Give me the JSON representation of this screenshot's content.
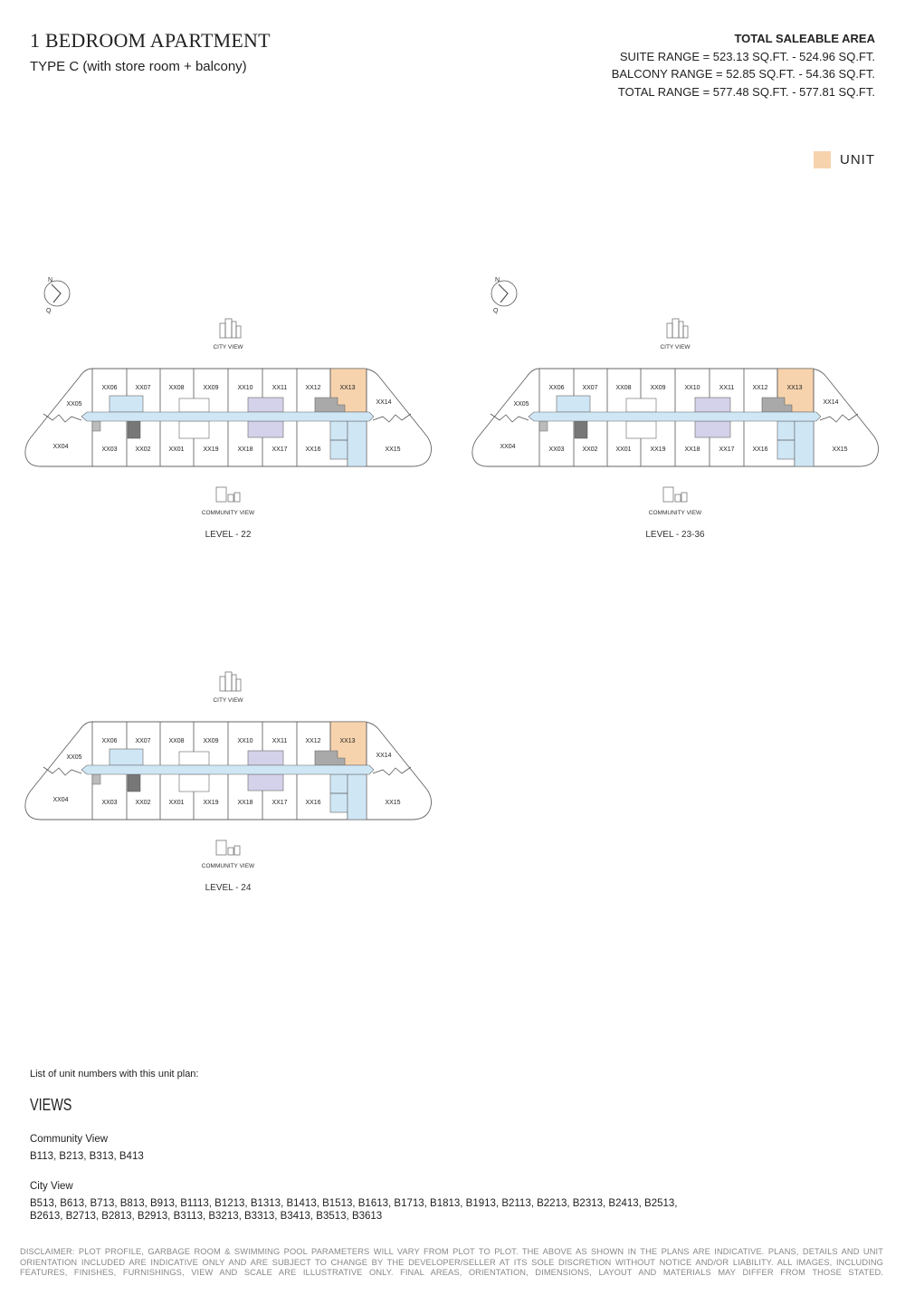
{
  "header": {
    "title": "1 BEDROOM APARTMENT",
    "subtitle": "TYPE C (with store room + balcony)"
  },
  "area": {
    "heading": "TOTAL SALEABLE AREA",
    "suite_range": "SUITE RANGE = 523.13 SQ.FT. - 524.96 SQ.FT.",
    "balcony_range": "BALCONY RANGE = 52.85 SQ.FT. - 54.36 SQ.FT.",
    "total_range": "TOTAL RANGE = 577.48 SQ.FT. - 577.81 SQ.FT."
  },
  "legend": {
    "label": "UNIT",
    "color": "#f7d3ad"
  },
  "plan_common": {
    "compass_n": "N",
    "compass_q": "Q",
    "city_view": "CITY VIEW",
    "community_view": "COMMUNITY VIEW",
    "top_units": [
      "XX06",
      "XX07",
      "XX08",
      "XX09",
      "XX10",
      "XX11",
      "XX12",
      "XX13"
    ],
    "bottom_units": [
      "XX03",
      "XX02",
      "XX01",
      "XX19",
      "XX18",
      "XX17",
      "XX16"
    ],
    "left_upper": "XX05",
    "left_lower": "XX04",
    "right_upper": "XX14",
    "right_lower": "XX15",
    "highlighted_unit": "XX13"
  },
  "plans": [
    {
      "level": "LEVEL - 22",
      "compass": true
    },
    {
      "level": "LEVEL - 23-36",
      "compass": true
    },
    {
      "level": "LEVEL - 24",
      "compass": false
    }
  ],
  "units_list": {
    "intro": "List of unit numbers with this unit plan:",
    "heading": "VIEWS",
    "community_label": "Community View",
    "community_units": "B113, B213, B313, B413",
    "city_label": "City View",
    "city_units_line1": "B513, B613, B713, B813, B913, B1113, B1213, B1313, B1413, B1513, B1613, B1713, B1813, B1913, B2113, B2213, B2313, B2413, B2513,",
    "city_units_line2": "B2613, B2713, B2813, B2913, B3113, B3213, B3313, B3413, B3513, B3613"
  },
  "disclaimer": "DISCLAIMER: PLOT PROFILE, GARBAGE ROOM & SWIMMING POOL PARAMETERS WILL VARY FROM PLOT TO PLOT. THE ABOVE AS SHOWN IN THE PLANS ARE INDICATIVE. PLANS, DETAILS AND UNIT ORIENTATION INCLUDED ARE INDICATIVE ONLY AND ARE SUBJECT TO CHANGE BY THE DEVELOPER/SELLER AT ITS SOLE DISCRETION WITHOUT NOTICE AND/OR LIABILITY. ALL IMAGES, INCLUDING FEATURES, FINISHES, FURNISHINGS, VIEW AND SCALE ARE ILLUSTRATIVE ONLY. FINAL AREAS, ORIENTATION, DIMENSIONS, LAYOUT AND MATERIALS MAY DIFFER FROM THOSE STATED."
}
